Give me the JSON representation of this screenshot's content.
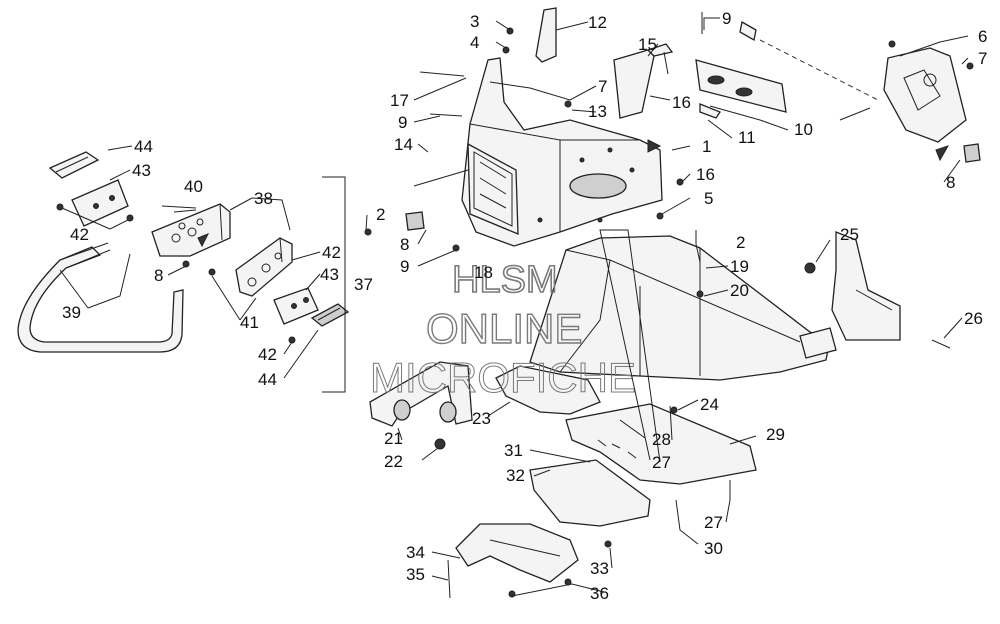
{
  "watermark": {
    "line1": "HLSM",
    "line2": "ONLINE",
    "line3": "MICROFICHE"
  },
  "callouts": {
    "c1": "1",
    "c2a": "2",
    "c2b": "2",
    "c3": "3",
    "c4": "4",
    "c5": "5",
    "c6": "6",
    "c7a": "7",
    "c7b": "7",
    "c8a": "8",
    "c8b": "8",
    "c8c": "8",
    "c9a": "9",
    "c9b": "9",
    "c9c": "9",
    "c10": "10",
    "c11": "11",
    "c12": "12",
    "c13": "13",
    "c14": "14",
    "c15": "15",
    "c16a": "16",
    "c16b": "16",
    "c17": "17",
    "c18": "18",
    "c19": "19",
    "c20": "20",
    "c21": "21",
    "c22": "22",
    "c23": "23",
    "c24": "24",
    "c25": "25",
    "c26": "26",
    "c27a": "27",
    "c27b": "27",
    "c28": "28",
    "c29": "29",
    "c30": "30",
    "c31": "31",
    "c32": "32",
    "c33": "33",
    "c34": "34",
    "c35": "35",
    "c36": "36",
    "c37": "37",
    "c38": "38",
    "c39": "39",
    "c40": "40",
    "c41": "41",
    "c42a": "42",
    "c42b": "42",
    "c42c": "42",
    "c43a": "43",
    "c43b": "43",
    "c44a": "44",
    "c44b": "44"
  }
}
